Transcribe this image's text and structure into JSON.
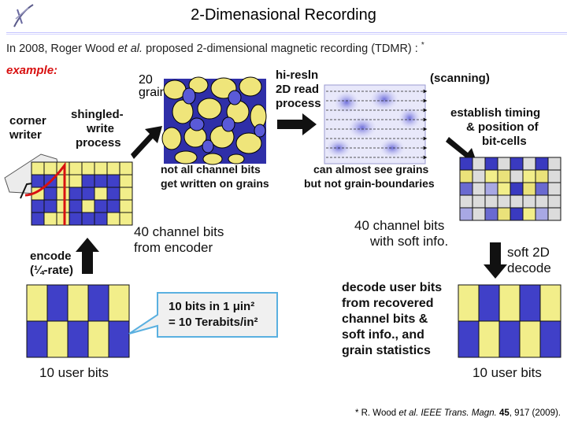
{
  "slide": {
    "title": "2-Dimenasional Recording",
    "intro": {
      "before": "In 2008, Roger Wood ",
      "etal": "et al.",
      "after": " proposed 2-dimensional magnetic recording (TDMR) : ",
      "star": "*"
    },
    "reference": {
      "lead": "* R. Wood ",
      "etal": "et al.",
      "journal": "IEEE Trans. Magn.",
      "volume": "45",
      "pages": ", 917 (2009)."
    }
  },
  "figure": {
    "example": "example:",
    "grains_line1": "20",
    "grains_line2": "grains",
    "corner_line1": "corner",
    "corner_line2": "writer",
    "shingled_line1": "shingled-",
    "shingled_line2": "write",
    "shingled_line3": "process",
    "notall_line1": "not all channel bits",
    "notall_line2": "get written on grains",
    "hires_line1": "hi-resln",
    "hires_line2": "2D read",
    "hires_line3": "process",
    "scanning": "(scanning)",
    "cansee_line1": "can almost see grains",
    "cansee_line2": "but not grain-boundaries",
    "timing_line1": "establish timing",
    "timing_line2": "& position of",
    "timing_line3": "bit-cells",
    "ch40_line1": "40 channel bits",
    "ch40_line2": "from encoder",
    "ch40soft_line1": "40 channel bits",
    "ch40soft_line2": "with soft info.",
    "encode_line1": "encode",
    "encode_line2": "(¼-rate)",
    "soft2d_line1": "soft 2D",
    "soft2d_line2": "decode",
    "decode_line1": "decode user bits",
    "decode_line2": "from recovered",
    "decode_line3": "channel bits &",
    "decode_line4": "soft info., and",
    "decode_line5": "grain statistics",
    "callout_line1": "10 bits in 1 μin²",
    "callout_line2": "= 10 Terabits/in²",
    "user_left": "10 user bits",
    "user_right": "10 user bits"
  },
  "colors": {
    "blue_bit": "#4040c8",
    "yellow_bit": "#f2ee8a",
    "grain": "#efe57a",
    "example": "#d81010"
  }
}
